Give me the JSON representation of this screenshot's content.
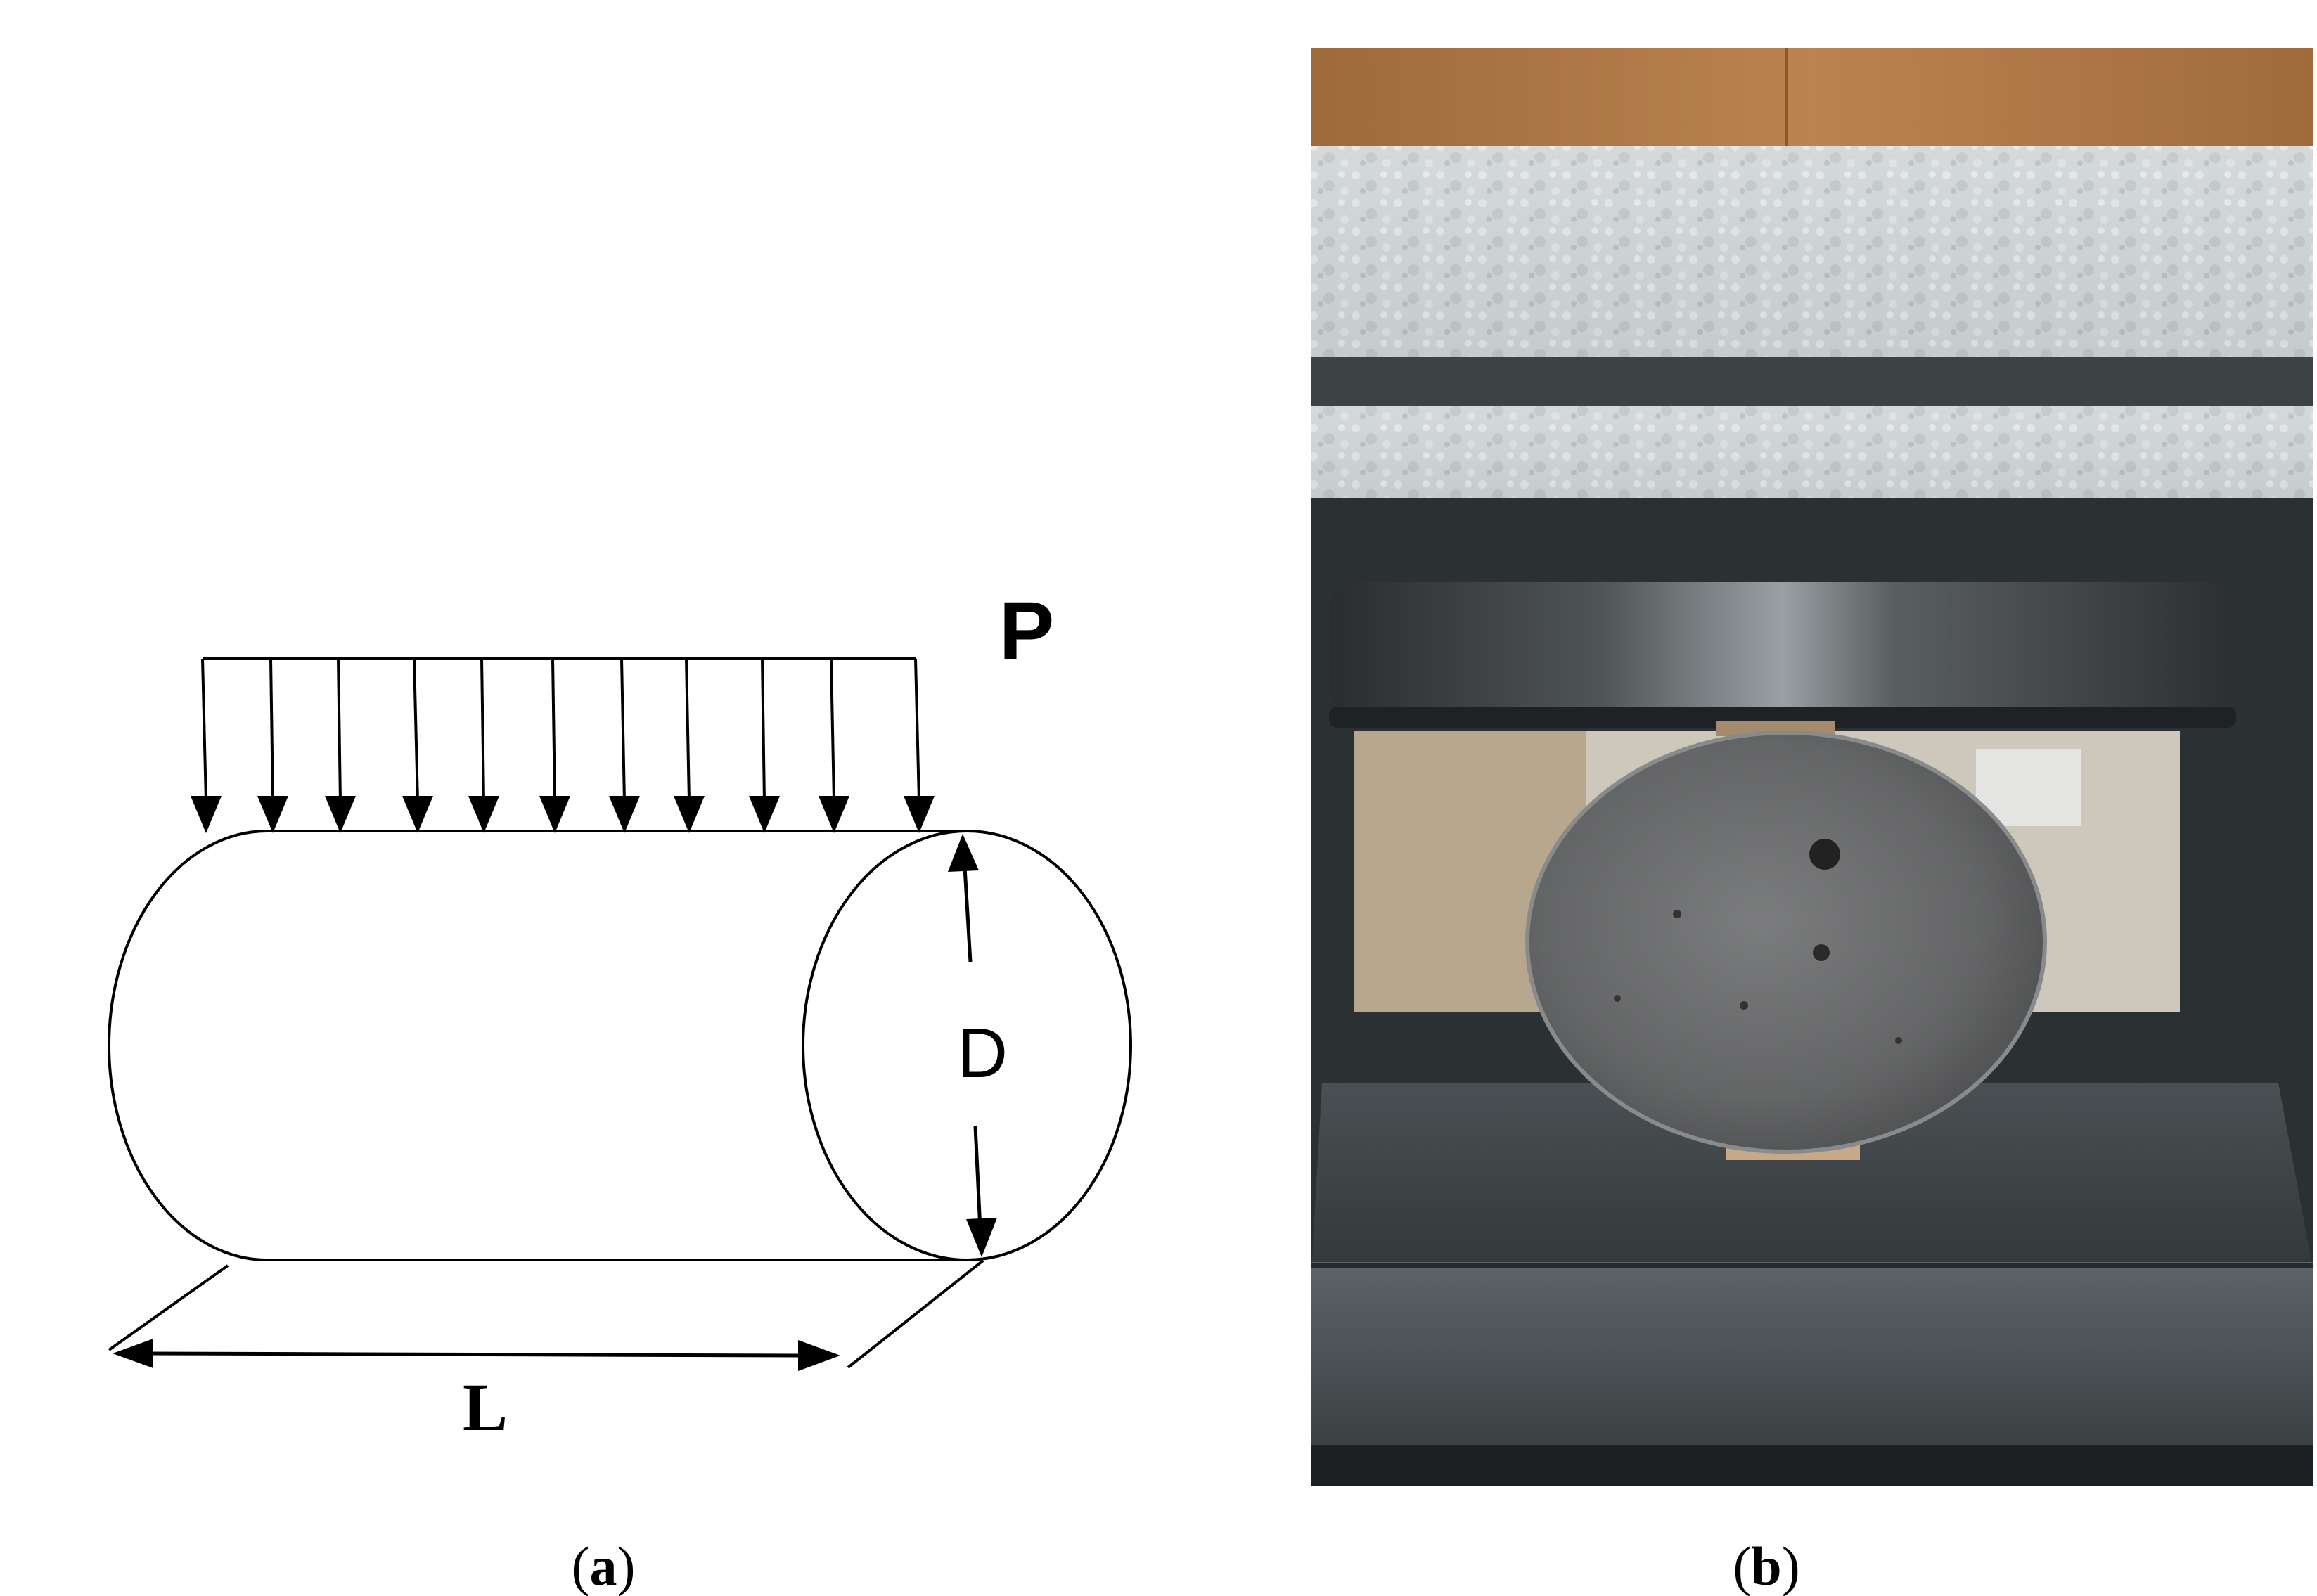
{
  "panel_a": {
    "load_label": "P",
    "diameter_label": "D",
    "length_label": "L",
    "caption_open": "(",
    "caption_letter": "a",
    "caption_close": ")"
  },
  "panel_b": {
    "caption_open": "(",
    "caption_letter": "b",
    "caption_close": ")"
  },
  "colors": {
    "line": "#000000",
    "background": "#ffffff",
    "platen_steel": "#cfd4d6",
    "specimen": "#6a6b6c",
    "wood": "#b07a45"
  }
}
